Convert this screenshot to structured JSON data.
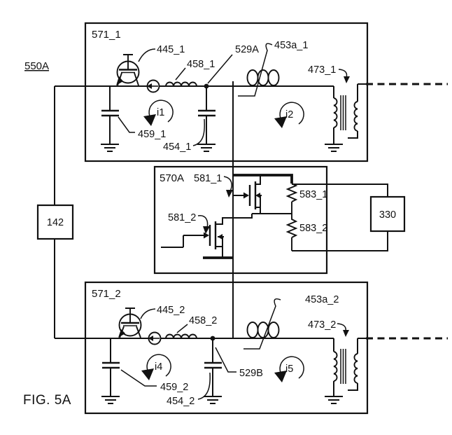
{
  "title": {
    "fig_label": "FIG. 5A",
    "system_label": "550A"
  },
  "boxes": {
    "stage1": "571_1",
    "converter": "570A",
    "stage2": "571_2",
    "block_142": "142",
    "block_330": "330"
  },
  "stage1": {
    "tube": "445_1",
    "inductor": "458_1",
    "node": "529A",
    "cap_left": "459_1",
    "cap_right": "454_1",
    "coil": "453a_1",
    "transformer": "473_1",
    "loop_left": "i1",
    "loop_right": "i2"
  },
  "converter": {
    "fet_top": "581_1",
    "fet_bottom": "581_2",
    "res_top": "583_1",
    "res_bottom": "583_2"
  },
  "stage2": {
    "tube": "445_2",
    "inductor": "458_2",
    "node": "529B",
    "cap_left": "459_2",
    "cap_right": "454_2",
    "coil": "453a_2",
    "transformer": "473_2",
    "loop_left": "i4",
    "loop_right": "i5"
  },
  "colors": {
    "ink": "#111111",
    "background": "#ffffff"
  }
}
